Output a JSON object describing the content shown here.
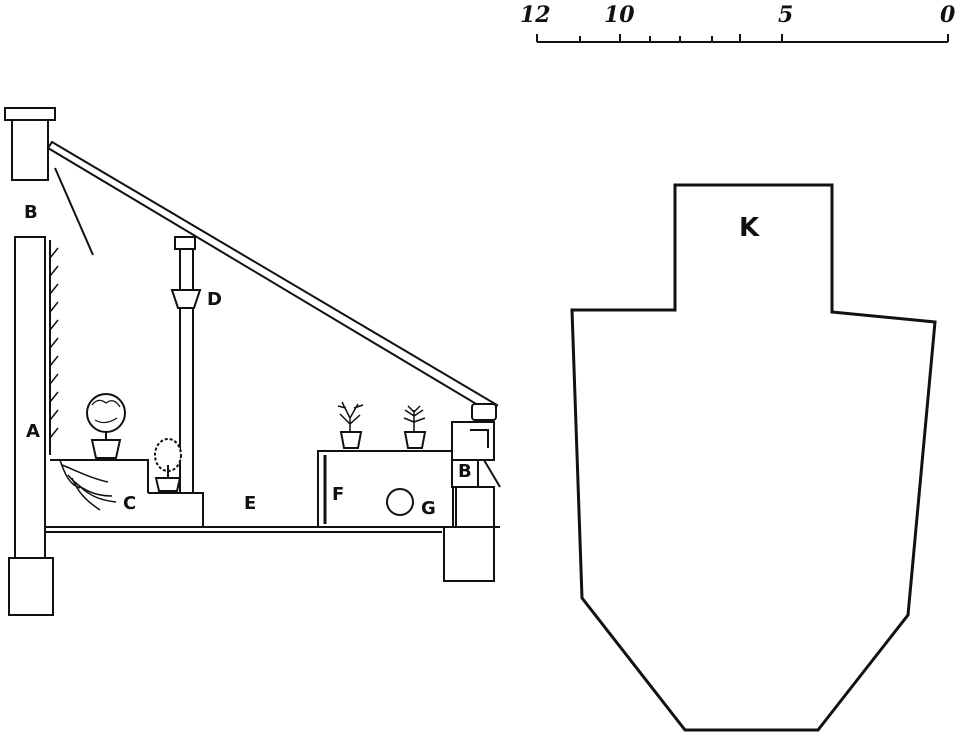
{
  "scale_bar": {
    "labels": [
      "12",
      "10",
      "5",
      "0"
    ]
  },
  "section_labels": {
    "A": "A",
    "B_top": "B",
    "B_right": "B",
    "C": "C",
    "D": "D",
    "E": "E",
    "F": "F",
    "G": "G"
  },
  "plan_label": "K"
}
